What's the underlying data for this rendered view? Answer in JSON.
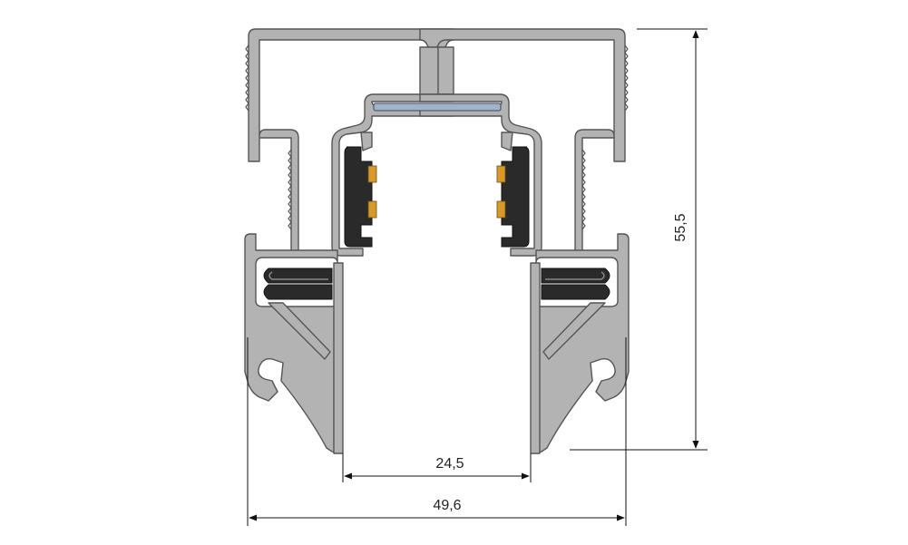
{
  "drawing": {
    "title": "",
    "dimensions": {
      "inner_width": "24,5",
      "outer_width": "49,6",
      "height": "55,5"
    }
  },
  "colors": {
    "profile_fill": "#b3b3b3",
    "profile_stroke": "#555555",
    "gasket": "#2a2a2a",
    "contact_strip": "#d79a2a",
    "diffuser": "#9fb4cc",
    "dimension_line": "#111111"
  }
}
